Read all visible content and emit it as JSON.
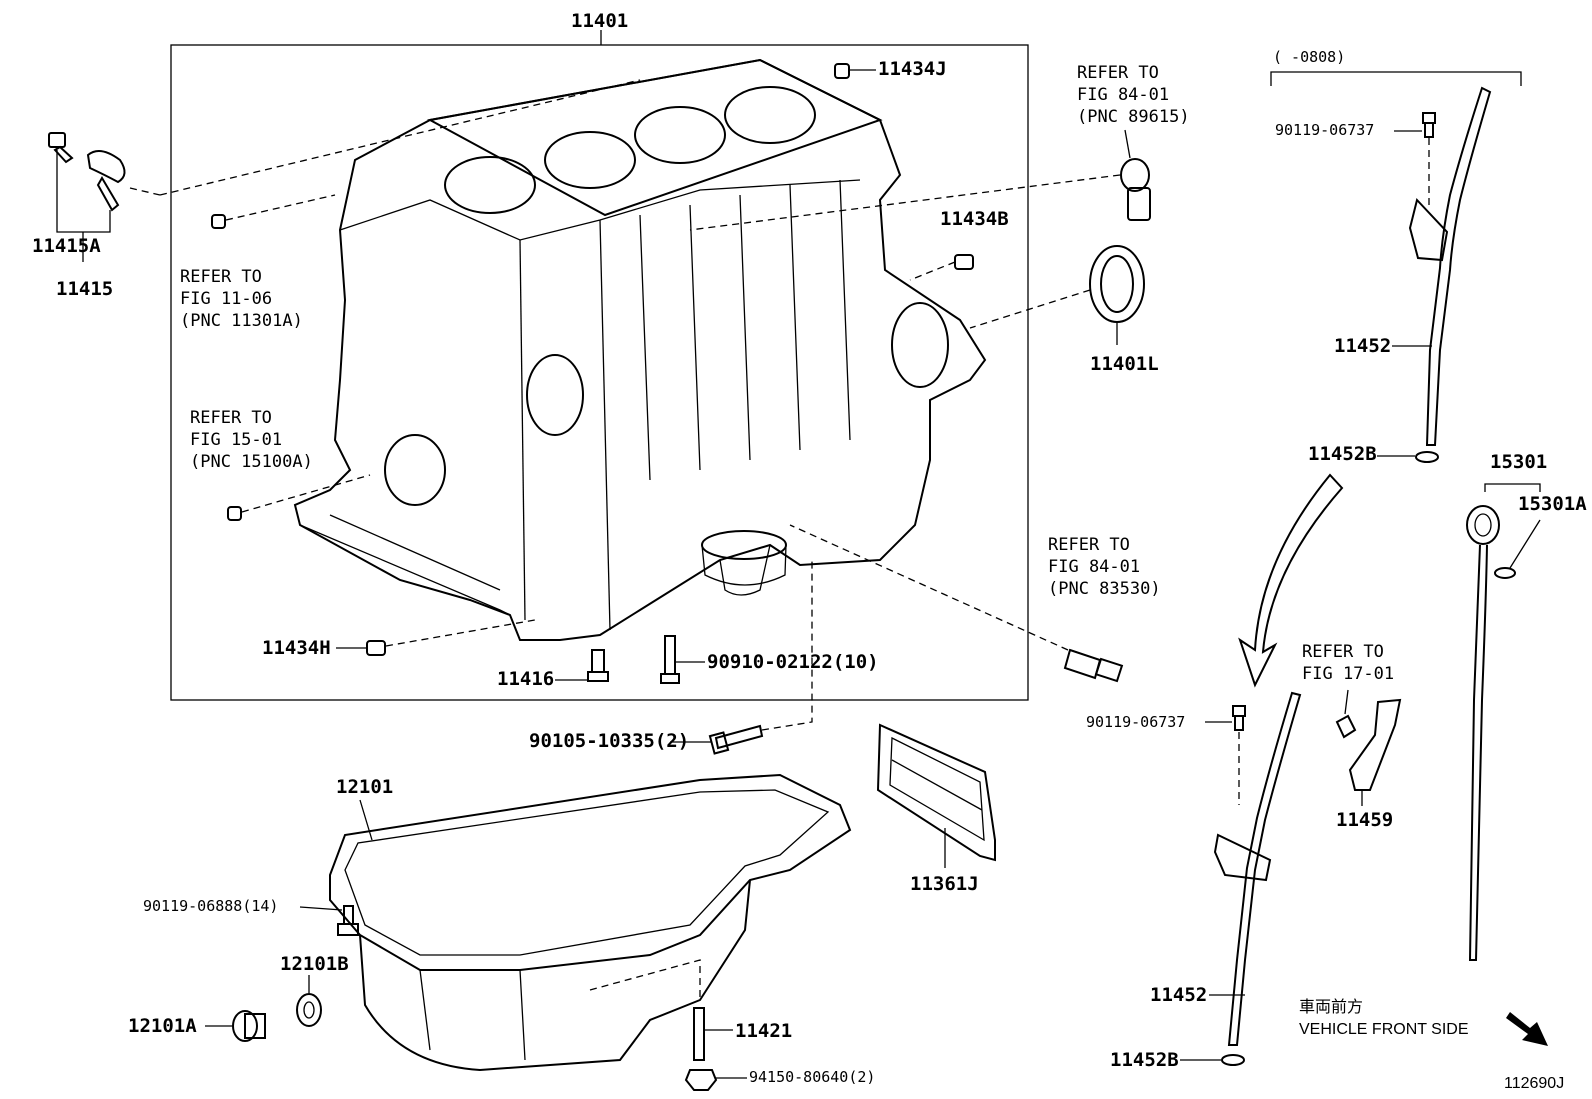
{
  "labels": {
    "p11401": "11401",
    "p11434J": "11434J",
    "p11434B": "11434B",
    "p11434H": "11434H",
    "p11415A": "11415A",
    "p11415": "11415",
    "p11401L": "11401L",
    "p11416": "11416",
    "p90910": "90910-02122(10)",
    "p90105": "90105-10335(2)",
    "p12101": "12101",
    "p90119_06888": "90119-06888(14)",
    "p12101B": "12101B",
    "p12101A": "12101A",
    "p11421": "11421",
    "p94150": "94150-80640(2)",
    "p11361J": "11361J",
    "p90119_06737_top": "90119-06737",
    "p11452_top": "11452",
    "p11452B_top": "11452B",
    "p15301": "15301",
    "p15301A": "15301A",
    "p90119_06737_bot": "90119-06737",
    "p11459": "11459",
    "p11452_bot": "11452",
    "p11452B_bot": "11452B",
    "range": "(      -0808)",
    "jp_direction": "車両前方",
    "en_direction": "VEHICLE FRONT SIDE",
    "drawing_no": "112690J"
  },
  "refs": {
    "fig1106": [
      "REFER TO",
      "FIG 11-06",
      "(PNC 11301A)"
    ],
    "fig1501": [
      "REFER TO",
      "FIG 15-01",
      "(PNC 15100A)"
    ],
    "fig8401a": [
      "REFER TO",
      "FIG 84-01",
      "(PNC 89615)"
    ],
    "fig8401b": [
      "REFER TO",
      "FIG 84-01",
      "(PNC 83530)"
    ],
    "fig1701": [
      "REFER TO",
      "FIG 17-01"
    ]
  }
}
